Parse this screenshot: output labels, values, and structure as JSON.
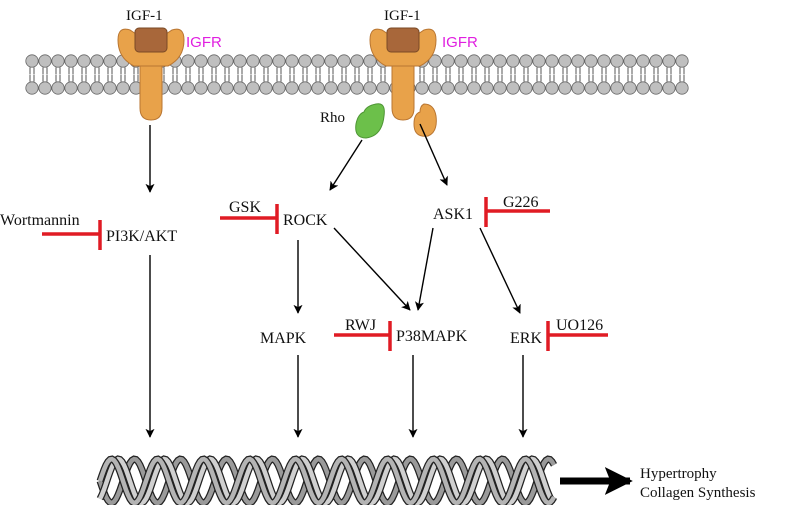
{
  "colors": {
    "receptor": "#E8A24A",
    "receptor_dark": "#B97632",
    "ligand": "#A8673A",
    "igfr_text": "#E020E0",
    "rho": "#6CC04A",
    "inhibitor": "#E01B24",
    "membrane": "#BFBFBF",
    "arrow": "#000000",
    "dna": "#C8C8C8"
  },
  "receptors": [
    {
      "ligand_label": "IGF-1",
      "receptor_label": "IGFR"
    },
    {
      "ligand_label": "IGF-1",
      "receptor_label": "IGFR"
    }
  ],
  "rho_label": "Rho",
  "nodes": {
    "pi3k_akt": "PI3K/AKT",
    "rock": "ROCK",
    "ask1": "ASK1",
    "mapk": "MAPK",
    "p38mapk": "P38MAPK",
    "erk": "ERK"
  },
  "inhibitors": {
    "wortmannin": "Wortmannin",
    "gsk": "GSK",
    "g226": "G226",
    "rwj": "RWJ",
    "uo126": "UO126"
  },
  "outcome": {
    "line1": "Hypertrophy",
    "line2": "Collagen Synthesis"
  }
}
